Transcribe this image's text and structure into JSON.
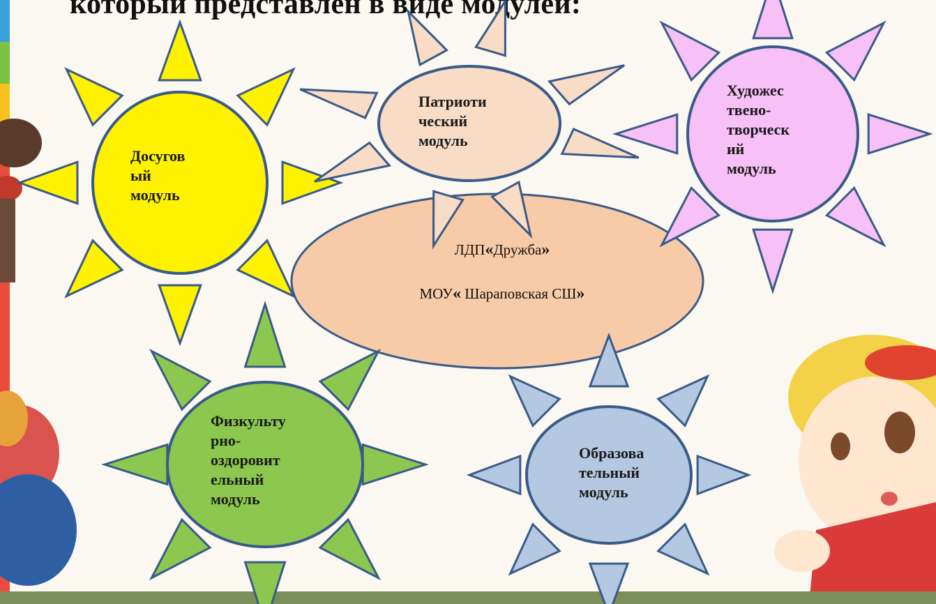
{
  "slide": {
    "title": "который представлен в виде модулей:"
  },
  "center": {
    "line1": {
      "name": "ЛДП",
      "open_quote": "«",
      "text": "Дружба",
      "close_quote": "»"
    },
    "line2": {
      "name": "МОУ",
      "open_quote": "«",
      "text": " Шараповская СШ",
      "close_quote": "»"
    }
  },
  "modules": {
    "leisure": {
      "label": "Досугов\nый\nмодуль",
      "color": "#fff200"
    },
    "patriotic": {
      "label": "Патриоти\nческий\nмодуль",
      "color": "#f8dcc6"
    },
    "art": {
      "label": "Художес\nтвено-\nтворческ\nий\nмодуль",
      "color": "#f7c0f6"
    },
    "sport": {
      "label": "Физкульту\nрно-\nоздоровит\nельный\nмодуль",
      "color": "#8cc84f"
    },
    "education": {
      "label": "Образова\nтельный\nмодуль",
      "color": "#b4c8e2"
    }
  },
  "colors": {
    "outline": "#3a5a87",
    "center_fill": "#f8cba8"
  }
}
